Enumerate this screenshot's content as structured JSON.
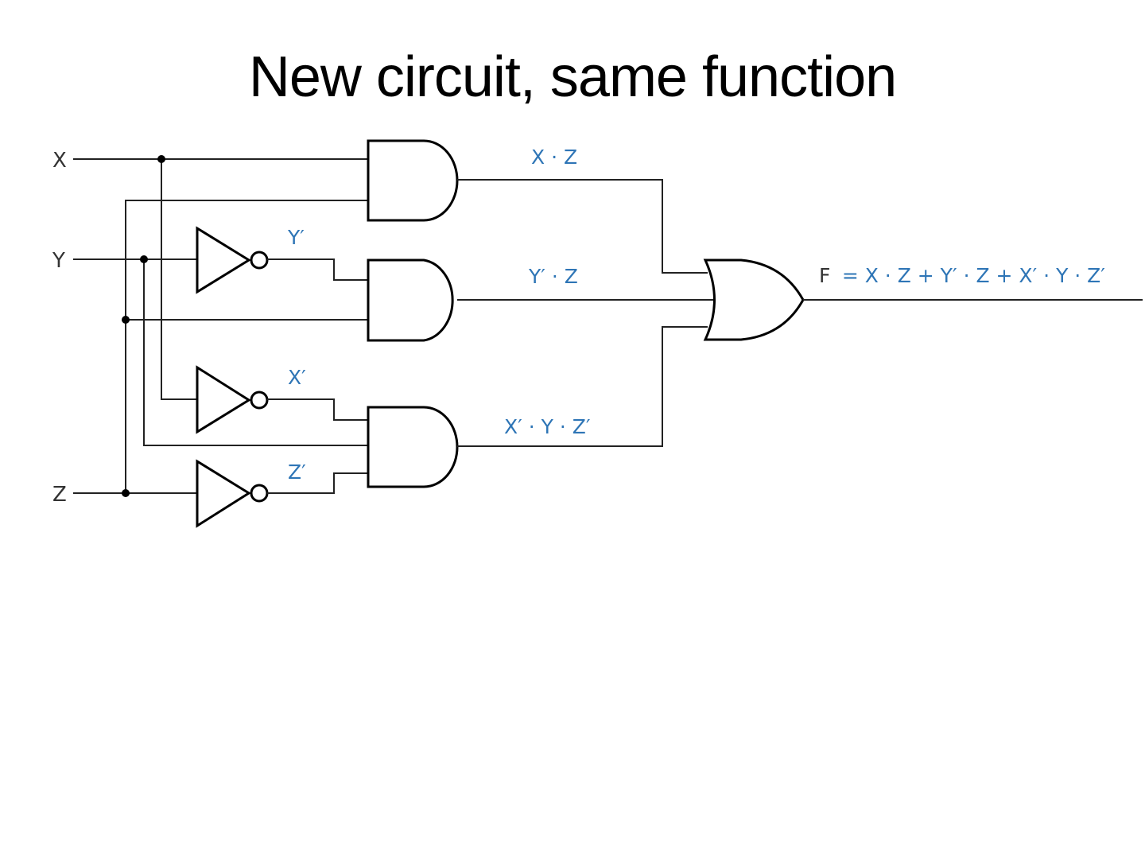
{
  "slide": {
    "title": "New circuit, same function"
  },
  "circuit": {
    "inputs": [
      {
        "name": "X",
        "label": "X"
      },
      {
        "name": "Y",
        "label": "Y"
      },
      {
        "name": "Z",
        "label": "Z"
      }
    ],
    "inverters": [
      {
        "input": "Y",
        "output_label": "Y′"
      },
      {
        "input": "X",
        "output_label": "X′"
      },
      {
        "input": "Z",
        "output_label": "Z′"
      }
    ],
    "and_gates": [
      {
        "inputs": [
          "X",
          "Z"
        ],
        "output_label": "X · Z"
      },
      {
        "inputs": [
          "Y′",
          "Z"
        ],
        "output_label": "Y′ · Z"
      },
      {
        "inputs": [
          "X′",
          "Y",
          "Z′"
        ],
        "output_label": "X′ · Y · Z′"
      }
    ],
    "or_gate": {
      "inputs": [
        "X · Z",
        "Y′ · Z",
        "X′ · Y · Z′"
      ],
      "output_name": "F"
    },
    "output_expression": {
      "lhs": "F",
      "rhs": "= X · Z + Y′ · Z + X′ · Y · Z′"
    },
    "colors": {
      "wire": "#222222",
      "gate_outline": "#000000",
      "term_label": "#2e75b6",
      "input_label": "#333333"
    }
  }
}
